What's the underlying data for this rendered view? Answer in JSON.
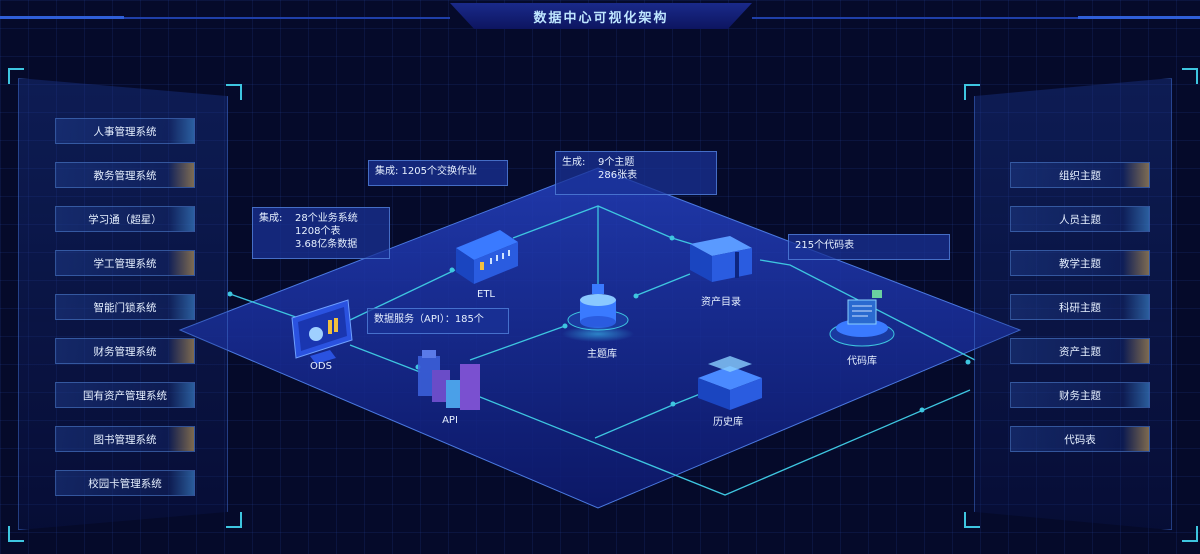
{
  "title": "数据中心可视化架构",
  "left_systems": [
    {
      "label": "人事管理系统"
    },
    {
      "label": "教务管理系统"
    },
    {
      "label": "学习通（超星）"
    },
    {
      "label": "学工管理系统"
    },
    {
      "label": "智能门锁系统"
    },
    {
      "label": "财务管理系统"
    },
    {
      "label": "国有资产管理系统"
    },
    {
      "label": "图书管理系统"
    },
    {
      "label": "校园卡管理系统"
    }
  ],
  "right_topics": [
    {
      "label": "组织主题"
    },
    {
      "label": "人员主题"
    },
    {
      "label": "教学主题"
    },
    {
      "label": "科研主题"
    },
    {
      "label": "资产主题"
    },
    {
      "label": "财务主题"
    },
    {
      "label": "代码表"
    }
  ],
  "info": {
    "ods": {
      "key": "集成:",
      "lines": [
        "28个业务系统",
        "1208个表",
        "3.68亿条数据"
      ]
    },
    "etl": {
      "text": "集成:  1205个交换作业"
    },
    "theme": {
      "key": "生成:",
      "lines": [
        "9个主题",
        "286张表"
      ]
    },
    "api": {
      "text": "数据服务（API）：185个"
    },
    "code": {
      "text": "215个代码表"
    }
  },
  "nodes": {
    "ods": "ODS",
    "etl": "ETL",
    "api": "API",
    "theme": "主题库",
    "asset": "资产目录",
    "history": "历史库",
    "code": "代码库"
  },
  "colors": {
    "background": "#050a2a",
    "accent_cyan": "#3ec6e0",
    "accent_gold": "#c8a050",
    "platform": "#1a2f9a"
  }
}
